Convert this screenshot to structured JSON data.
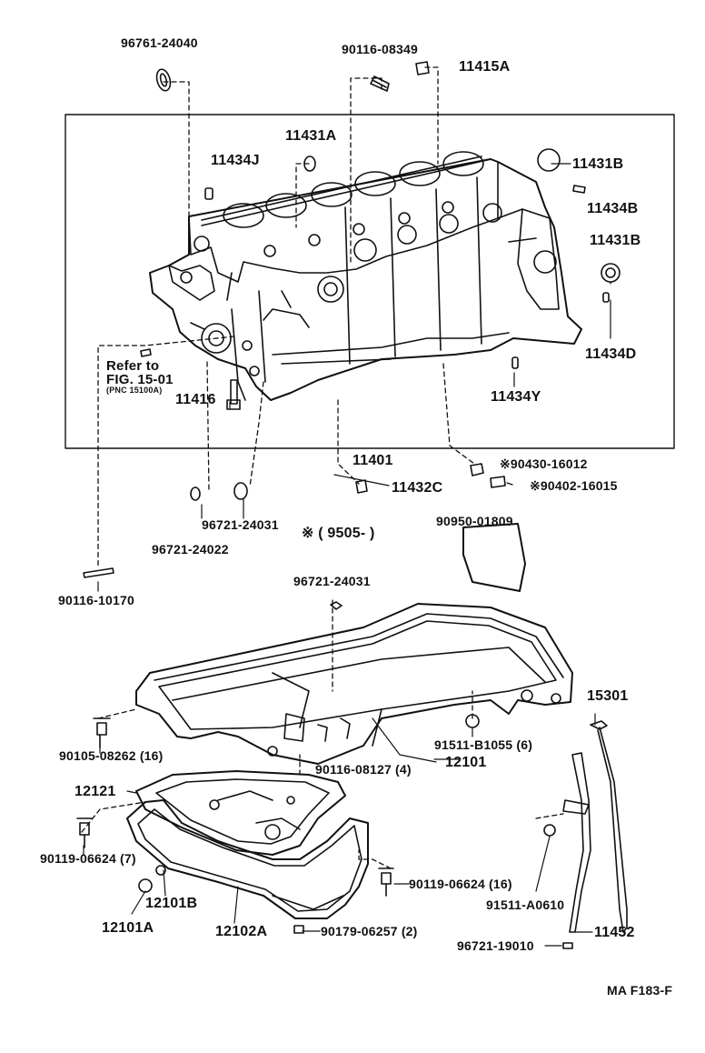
{
  "colors": {
    "ink": "#111111",
    "paper": "#ffffff"
  },
  "parts": {
    "p96761_24040": "96761-24040",
    "p90116_08349": "90116-08349",
    "p11415A": "11415A",
    "p11431A": "11431A",
    "p11434J": "11434J",
    "p11431B_top": "11431B",
    "p11434B": "11434B",
    "p11431B_mid": "11431B",
    "p11434D": "11434D",
    "p11434Y": "11434Y",
    "p11416": "11416",
    "p11401": "11401",
    "p90430_16012": "※90430-16012",
    "p90402_16015": "※90402-16015",
    "p11432C": "11432C",
    "p96721_24031_a": "96721-24031",
    "p96721_24022": "96721-24022",
    "p90116_10170": "90116-10170",
    "p90950_01809": "90950-01809",
    "p96721_24031_b": "96721-24031",
    "p15301": "15301",
    "p91511_B1055": "91511-B1055 (6)",
    "p12101": "12101",
    "p90105_08262": "90105-08262 (16)",
    "p90116_08127": "90116-08127 (4)",
    "p12121": "12121",
    "p90119_06624_7": "90119-06624 (7)",
    "p90119_06624_16": "90119-06624 (16)",
    "p91511_A0610": "91511-A0610",
    "p12101B": "12101B",
    "p12101A": "12101A",
    "p12102A": "12102A",
    "p90179_06257": "90179-06257 (2)",
    "p11452": "11452",
    "p96721_19010": "96721-19010"
  },
  "notes": {
    "refer_line1": "Refer to",
    "refer_line2": "FIG. 15-01",
    "refer_line3": "(PNC 15100A)",
    "date_note": "※ ( 9505-       )",
    "figure_code": "MA  F183-F"
  }
}
